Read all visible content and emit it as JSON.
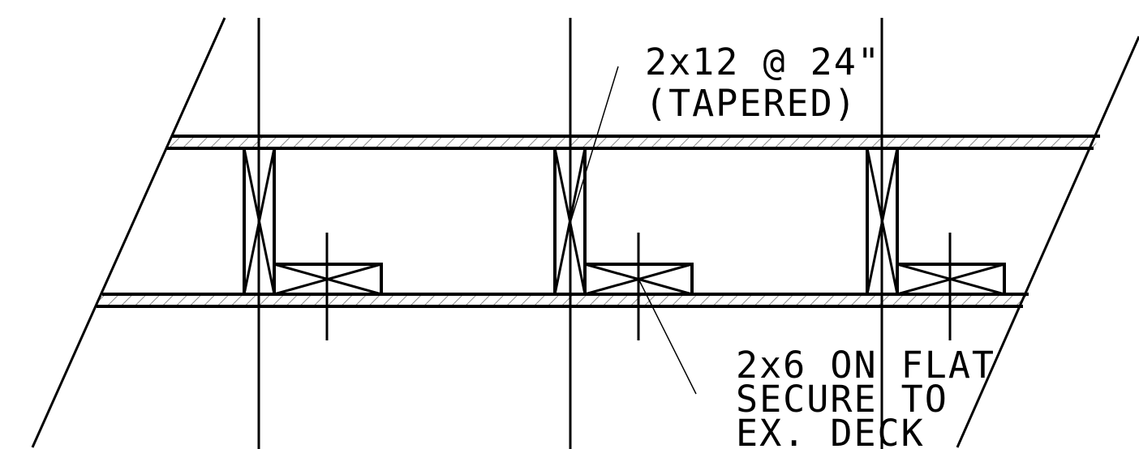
{
  "diagram": {
    "colors": {
      "line": "#000000",
      "background": "#ffffff",
      "hatch": "#8a8a8a"
    },
    "labels": {
      "joist_line1": "2x12 @ 24\"",
      "joist_line2": "(TAPERED)",
      "blocking_line1": "2x6 ON FLAT",
      "blocking_line2": "SECURE TO",
      "blocking_line3": "EX. DECK"
    }
  }
}
